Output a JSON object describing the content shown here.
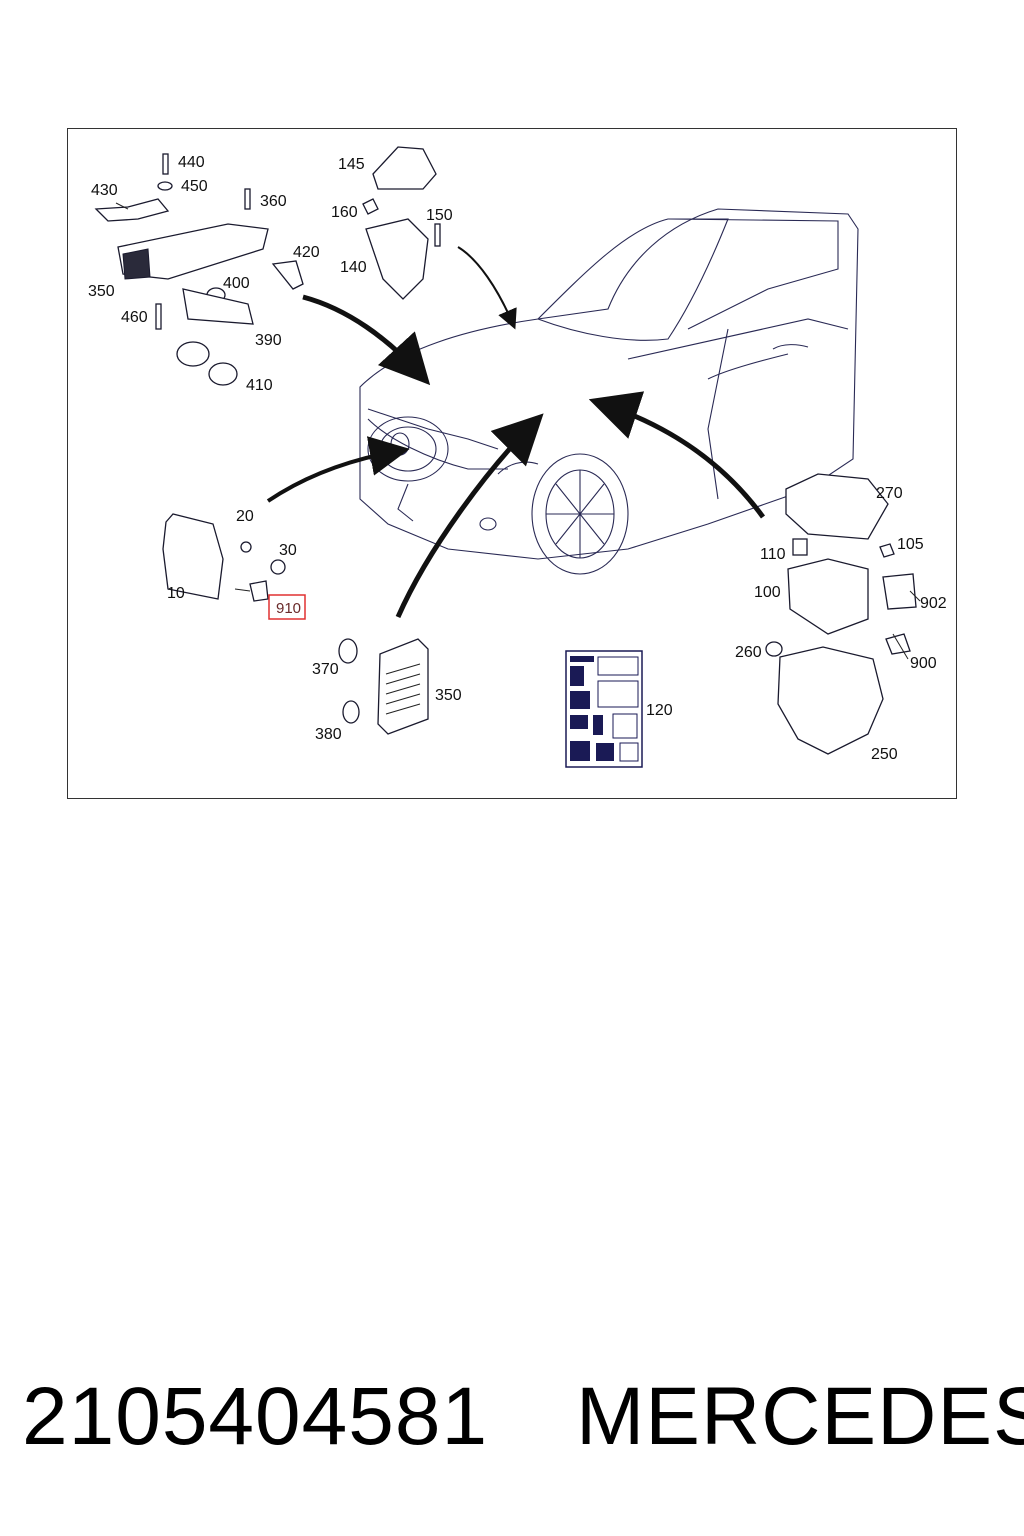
{
  "diagram": {
    "callouts": {
      "c440": "440",
      "c450": "450",
      "c430": "430",
      "c360": "360",
      "c350a": "350",
      "c420": "420",
      "c400": "400",
      "c460": "460",
      "c390": "390",
      "c410": "410",
      "c145": "145",
      "c160": "160",
      "c150": "150",
      "c140": "140",
      "c20": "20",
      "c30": "30",
      "c10": "10",
      "c910": "910",
      "c370": "370",
      "c350b": "350",
      "c380": "380",
      "c120": "120",
      "c270": "270",
      "c110": "110",
      "c105": "105",
      "c100": "100",
      "c902": "902",
      "c260": "260",
      "c900": "900",
      "c250": "250"
    },
    "highlight": {
      "label": "910",
      "color": "#e03030"
    },
    "colors": {
      "line": "#1a1a2e",
      "arrow": "#111111"
    }
  },
  "footer": {
    "part_number": "2105404581",
    "brand": "MERCEDES"
  }
}
